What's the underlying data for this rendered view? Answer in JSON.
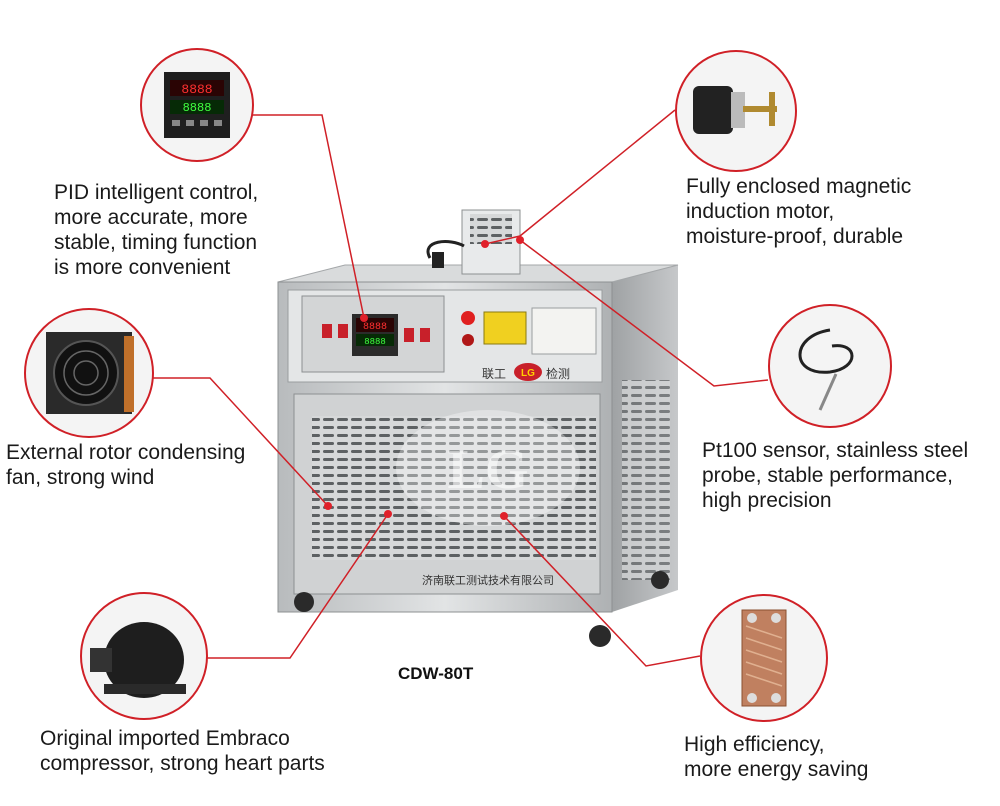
{
  "model": "CDW-80T",
  "callouts": {
    "pid": "PID intelligent control,\nmore accurate, more\nstable, timing function\nis more convenient",
    "motor": "Fully enclosed magnetic\ninduction motor,\nmoisture-proof, durable",
    "fan": "External rotor condensing\nfan, strong wind",
    "sensor": "Pt100 sensor, stainless steel\nprobe, stable performance,\nhigh precision",
    "compressor": "Original imported Embraco\ncompressor, strong heart parts",
    "exchanger": "High efficiency,\nmore energy saving"
  },
  "machine": {
    "brand_logo": "LG",
    "brand_left": "联工",
    "brand_right": "检测",
    "company": "济南联工测试技术有限公司",
    "controller_display_top": "8888",
    "controller_display_bottom": "8888"
  },
  "colors": {
    "callout_line": "#d02027",
    "steel": "#c9ccce"
  }
}
